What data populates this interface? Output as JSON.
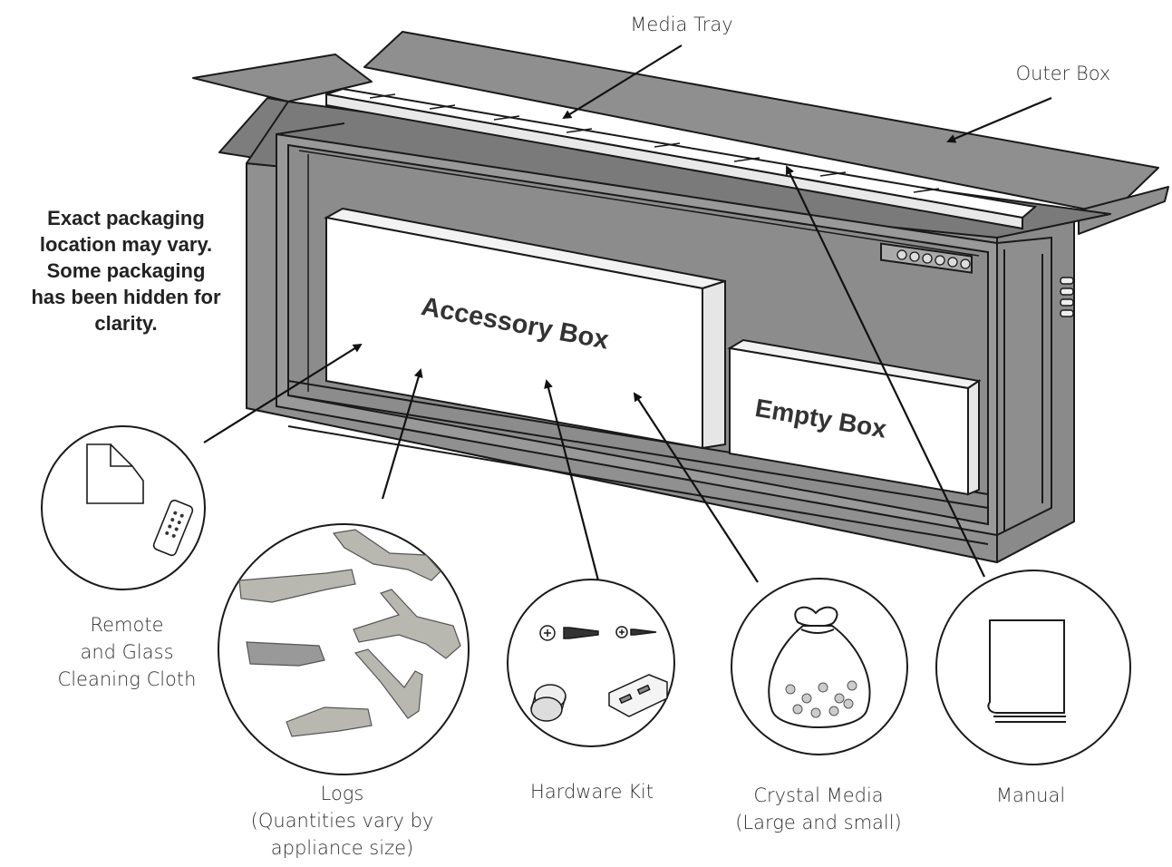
{
  "labels": {
    "media_tray": "Media Tray",
    "outer_box": "Outer Box",
    "accessory_box": "Accessory Box",
    "empty_box": "Empty Box"
  },
  "note": {
    "lines": [
      "Exact packaging",
      "location may vary.",
      "Some packaging",
      "has been hidden for",
      "clarity."
    ]
  },
  "items": {
    "remote": [
      "Remote",
      "and Glass",
      "Cleaning Cloth"
    ],
    "logs": [
      "Logs",
      "(Quantities vary by",
      "appliance size)"
    ],
    "hardware": [
      "Hardware Kit"
    ],
    "crystal": [
      "Crystal Media",
      "(Large and small)"
    ],
    "manual": [
      "Manual"
    ]
  },
  "colors": {
    "box_fill": "#8f8f8f",
    "box_dark": "#7b7b7b",
    "outline": "#1a1a1a",
    "white_box": "#ffffff"
  }
}
